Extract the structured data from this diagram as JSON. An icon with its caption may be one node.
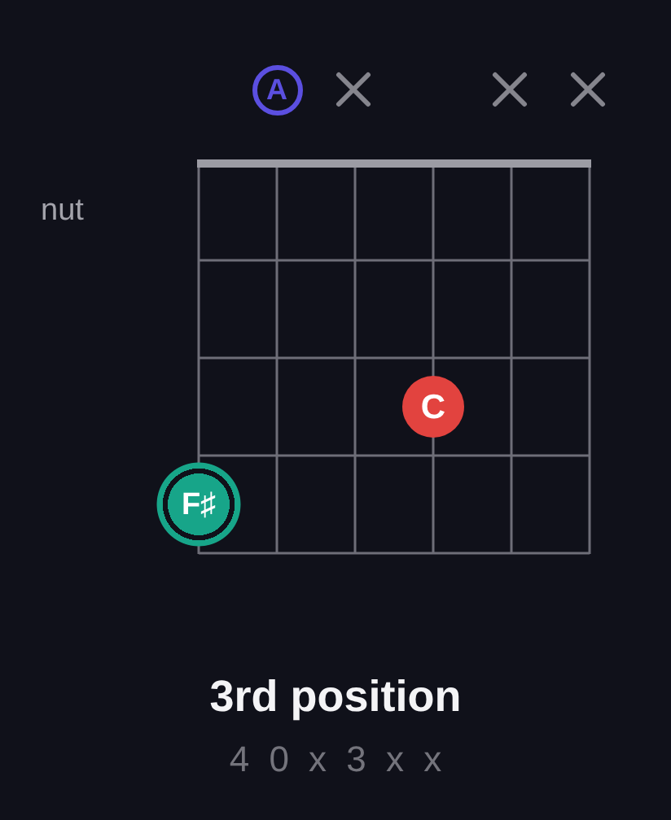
{
  "diagram": {
    "title": "3rd position",
    "nodes": [
      {
        "text": [
          "A"
        ]
      },
      {
        "text": [
          "C"
        ]
      },
      {
        "text": [
          "F♯"
        ]
      }
    ],
    "labels": [
      "nut",
      "4 0 x 3 x x"
    ]
  }
}
